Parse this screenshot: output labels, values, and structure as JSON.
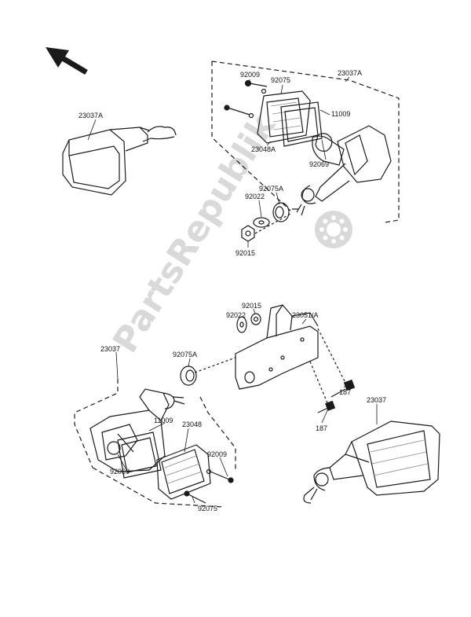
{
  "colors": {
    "ink": "#1a1a1a",
    "watermark": "#d9d9d9",
    "paper": "#ffffff"
  },
  "watermark": {
    "text": "PartsRepublik",
    "icon": "gear-icon"
  },
  "direction_arrow": {
    "icon": "front-direction-arrow-icon"
  },
  "callouts": [
    {
      "id": "c-23037a-left",
      "text": "23037A"
    },
    {
      "id": "c-92009-top",
      "text": "92009"
    },
    {
      "id": "c-92075-top",
      "text": "92075"
    },
    {
      "id": "c-23037a-top",
      "text": "23037A"
    },
    {
      "id": "c-11009-top",
      "text": "11009"
    },
    {
      "id": "c-23048a",
      "text": "23048A"
    },
    {
      "id": "c-92069-top",
      "text": "92069"
    },
    {
      "id": "c-92075a-top",
      "text": "92075A"
    },
    {
      "id": "c-92022-top",
      "text": "92022"
    },
    {
      "id": "c-92015-top",
      "text": "92015"
    },
    {
      "id": "c-92015-mid",
      "text": "92015"
    },
    {
      "id": "c-92022-mid",
      "text": "92022"
    },
    {
      "id": "c-23051a",
      "text": "23051/A"
    },
    {
      "id": "c-92075a-mid",
      "text": "92075A"
    },
    {
      "id": "c-23037-left",
      "text": "23037"
    },
    {
      "id": "c-187-a",
      "text": "187"
    },
    {
      "id": "c-187-b",
      "text": "187"
    },
    {
      "id": "c-11009-bot",
      "text": "11009"
    },
    {
      "id": "c-23048",
      "text": "23048"
    },
    {
      "id": "c-23037-right",
      "text": "23037"
    },
    {
      "id": "c-92009-bot",
      "text": "92009"
    },
    {
      "id": "c-92069-bot",
      "text": "92069"
    },
    {
      "id": "c-92075-bot",
      "text": "92075"
    }
  ]
}
